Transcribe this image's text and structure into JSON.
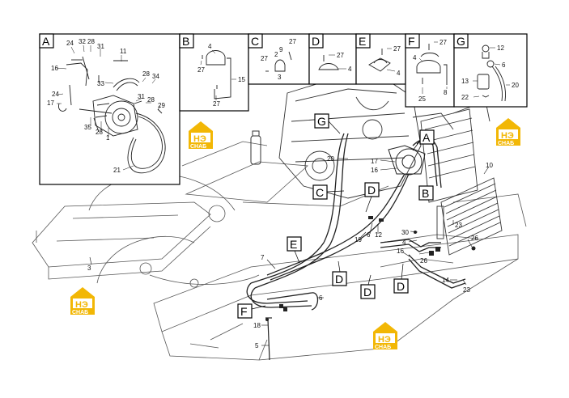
{
  "watermark": {
    "logo_text": "НЭ",
    "sub_text": "СНАБ",
    "color": "#f2b705"
  },
  "insets": [
    {
      "id": "A",
      "parts": [
        "24",
        "32",
        "28",
        "31",
        "11",
        "16",
        "33",
        "28",
        "34",
        "24",
        "17",
        "28",
        "29",
        "31",
        "35",
        "28",
        "1",
        "21"
      ]
    },
    {
      "id": "B",
      "parts": [
        "4",
        "27",
        "15",
        "27"
      ]
    },
    {
      "id": "C",
      "parts": [
        "9",
        "27",
        "2",
        "27",
        "3"
      ]
    },
    {
      "id": "D",
      "parts": [
        "27",
        "4"
      ]
    },
    {
      "id": "E",
      "parts": [
        "27",
        "4"
      ]
    },
    {
      "id": "F",
      "parts": [
        "27",
        "4",
        "8",
        "25"
      ]
    },
    {
      "id": "G",
      "parts": [
        "12",
        "6",
        "13",
        "20",
        "22"
      ]
    }
  ],
  "callouts": [
    {
      "id": "G"
    },
    {
      "id": "A"
    },
    {
      "id": "B"
    },
    {
      "id": "C"
    },
    {
      "id": "D"
    },
    {
      "id": "E"
    },
    {
      "id": "D"
    },
    {
      "id": "D"
    },
    {
      "id": "D"
    },
    {
      "id": "F"
    }
  ],
  "main_labels": [
    "20",
    "17",
    "16",
    "10",
    "23",
    "12",
    "6",
    "19",
    "4",
    "30",
    "26",
    "16",
    "26",
    "14",
    "23",
    "7",
    "6",
    "3",
    "18",
    "5"
  ]
}
